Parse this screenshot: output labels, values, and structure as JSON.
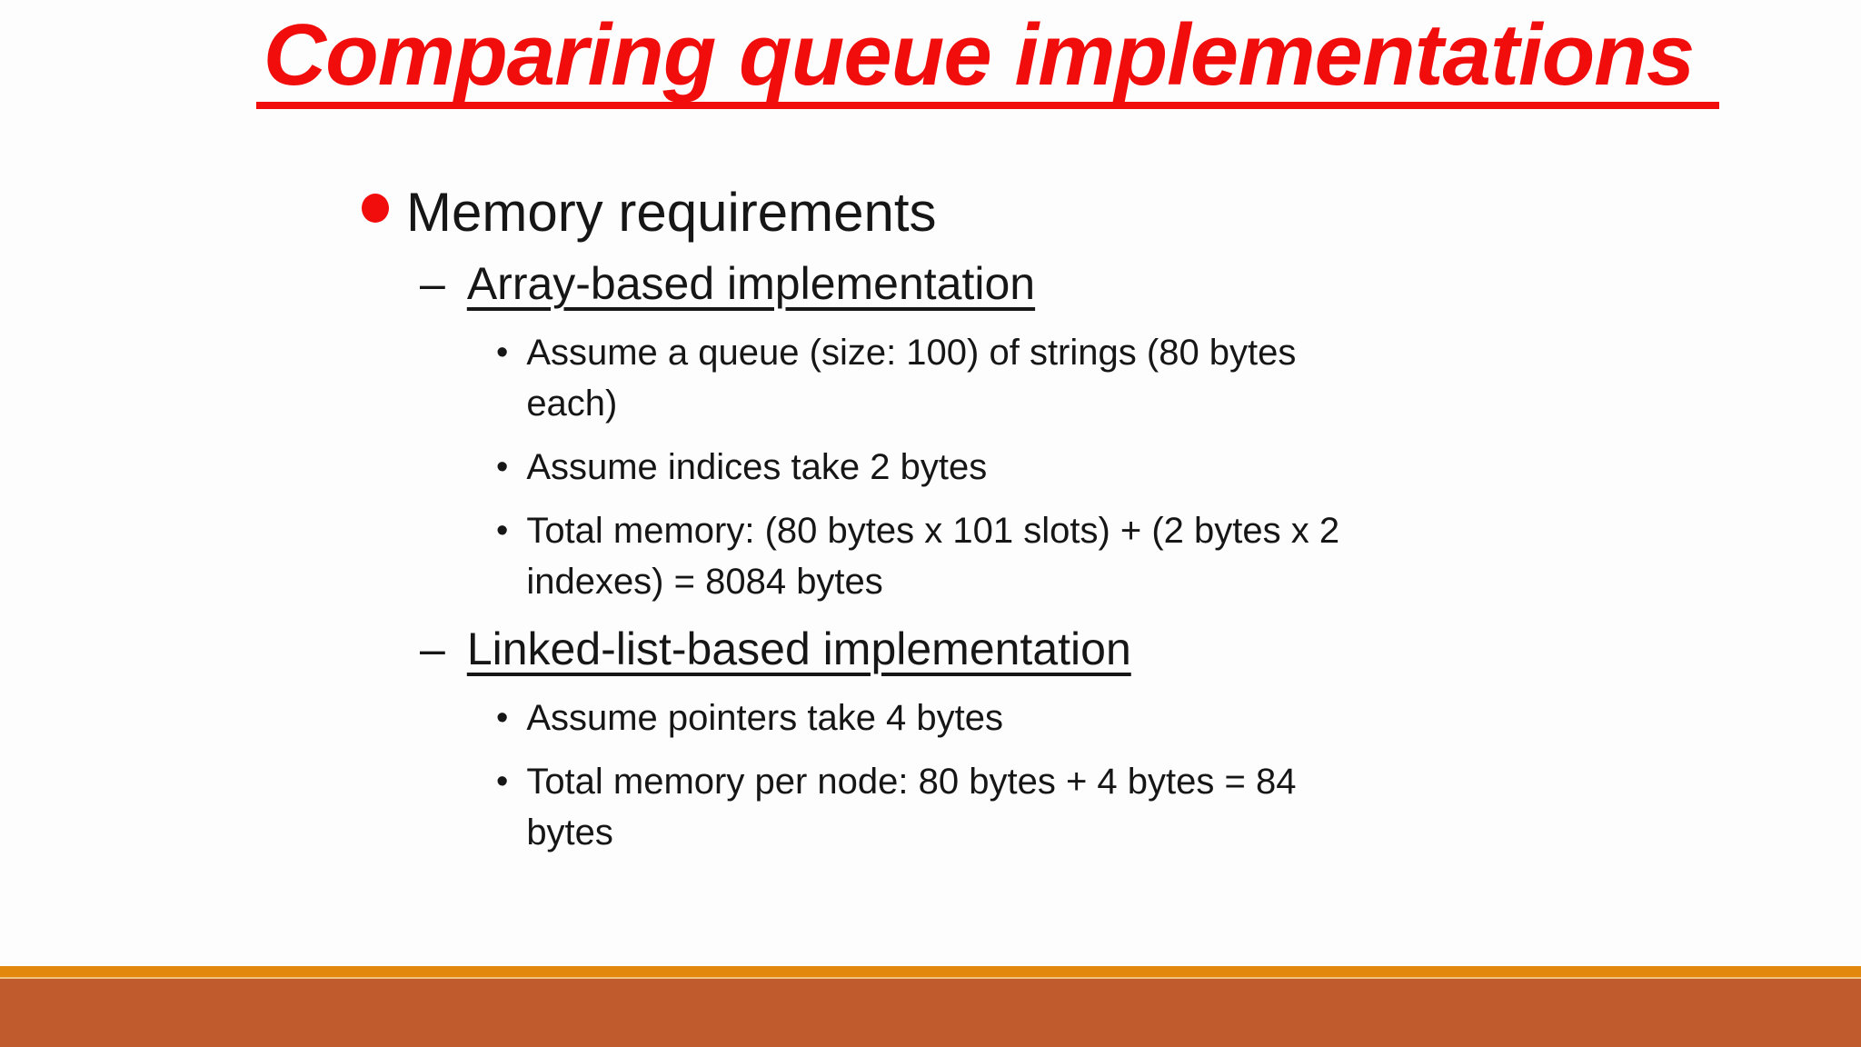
{
  "slide": {
    "title": "Comparing queue implementations",
    "markers": {
      "dash": "–",
      "dot": "•"
    },
    "level1_label": "Memory requirements",
    "sections": [
      {
        "heading": "Array-based implementation",
        "items": [
          "Assume a queue (size: 100) of strings (80 bytes\neach)",
          "Assume indices take 2 bytes",
          "Total memory: (80 bytes x 101 slots) + (2 bytes x 2\nindexes) = 8084 bytes"
        ]
      },
      {
        "heading": "Linked-list-based implementation",
        "items": [
          "Assume pointers take 4 bytes",
          "Total memory per node: 80 bytes + 4 bytes = 84\nbytes"
        ]
      }
    ],
    "colors": {
      "title_red": "#f20d0d",
      "bullet_red": "#f20d0d",
      "body_text": "#161616",
      "footer_stripe_orange": "#e2890d",
      "footer_stripe_edge": "#f0c37e",
      "footer_band_rust": "#c05b2d",
      "background": "#fdfdfd"
    }
  }
}
